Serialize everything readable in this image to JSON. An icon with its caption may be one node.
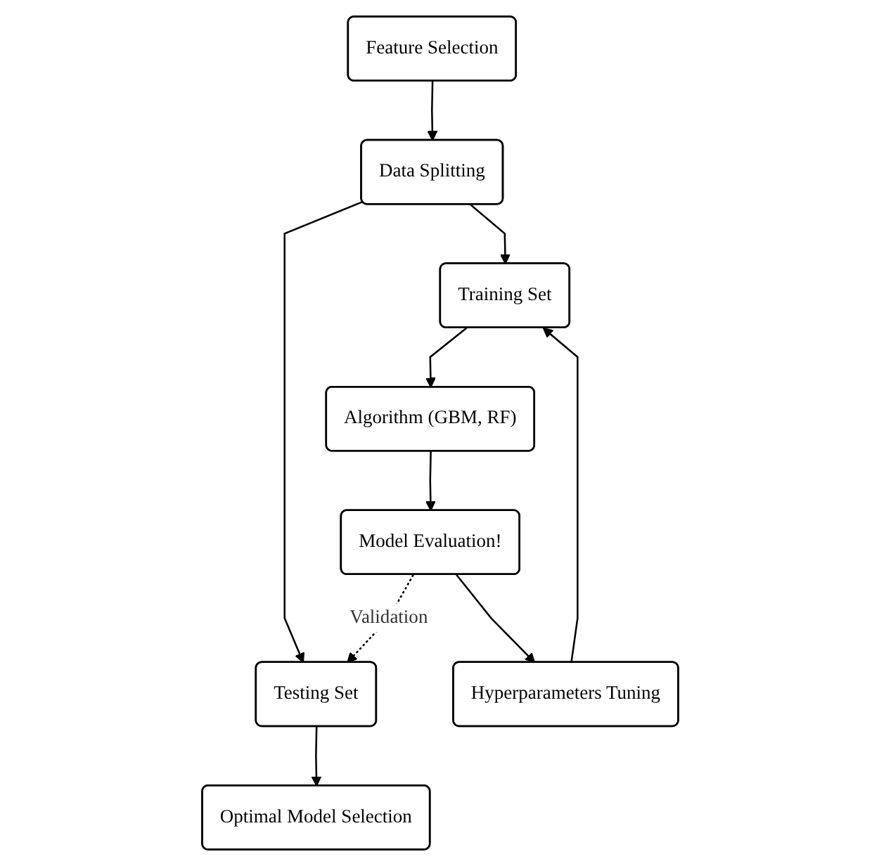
{
  "diagram": {
    "nodes": [
      {
        "text": [
          "Feature Selection"
        ]
      },
      {
        "text": [
          "Data Splitting"
        ]
      },
      {
        "text": [
          "Training Set"
        ]
      },
      {
        "text": [
          "Testing Set"
        ]
      },
      {
        "text": [
          "Algorithm (GBM, RF)"
        ]
      },
      {
        "text": [
          "Model Evaluation!"
        ]
      },
      {
        "text": [
          "Hyperparameters Tuning"
        ]
      },
      {
        "text": [
          "Optimal Model Selection"
        ]
      }
    ],
    "edges": [
      {
        "from": 0,
        "to": 1,
        "arrow": "to"
      },
      {
        "from": 1,
        "to": 2,
        "arrow": "to"
      },
      {
        "from": 1,
        "to": 3,
        "arrow": "to"
      },
      {
        "from": 2,
        "to": 4,
        "arrow": "to"
      },
      {
        "from": 4,
        "to": 5,
        "arrow": "to"
      },
      {
        "from": 5,
        "to": 6,
        "arrow": "to"
      },
      {
        "from": 6,
        "to": 2,
        "arrow": "to"
      },
      {
        "from": 5,
        "to": 3,
        "arrow": "to",
        "style": "dashed",
        "label": "Validation"
      },
      {
        "from": 3,
        "to": 7,
        "arrow": "to"
      }
    ]
  }
}
